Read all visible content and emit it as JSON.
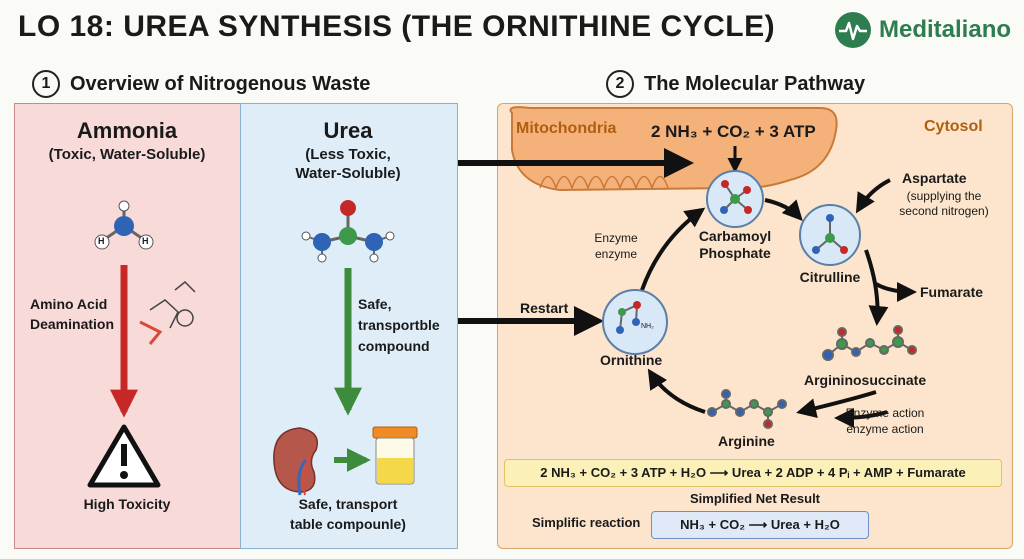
{
  "title": "LO 18: UREA SYNTHESIS (THE ORNITHINE CYCLE)",
  "logo": {
    "text": "Meditaliano",
    "icon": "heartbeat-icon",
    "color": "#2e7d4f"
  },
  "section1": {
    "number": "1",
    "heading": "Overview of Nitrogenous Waste"
  },
  "section2": {
    "number": "2",
    "heading": "The Molecular Pathway"
  },
  "ammonia": {
    "name": "Ammonia",
    "desc": "(Toxic, Water-Soluble)",
    "arrow_label_1": "Amino Acid",
    "arrow_label_2": "Deamination",
    "outcome": "High Toxicity",
    "atom_h": "H"
  },
  "urea": {
    "name": "Urea",
    "desc_1": "(Less Toxic,",
    "desc_2": "Water-Soluble)",
    "arrow_label_1": "Safe,",
    "arrow_label_2": "transportble",
    "arrow_label_3": "compound",
    "outcome_1": "Safe, transport",
    "outcome_2": "table compounle)"
  },
  "pathway": {
    "mito_label": "Mitochondria",
    "cyto_label": "Cytosol",
    "input": "2 NH₃ + CO₂ + 3 ATP",
    "carbamoyl_1": "Carbamoyl",
    "carbamoyl_2": "Phosphate",
    "citrulline": "Citrulline",
    "aspartate": "Aspartate",
    "aspartate_note_1": "(supplying the",
    "aspartate_note_2": "second nitrogen)",
    "fumarate": "Fumarate",
    "argininosuccinate": "Argininosuccinate",
    "arginine": "Arginine",
    "ornithine": "Ornithine",
    "ornithine_nh2": "NH₂",
    "restart": "Restart",
    "enzyme_left_1": "Enzyme",
    "enzyme_left_2": "enzyme",
    "enzyme_right_1": "Enzyme action",
    "enzyme_right_2": "enzyme action",
    "equation_full": "2 NH₃ + CO₂ + 3 ATP + H₂O ⟶ Urea + 2 ADP + 4 Pᵢ + AMP + Fumarate",
    "net_label": "Simplified Net Result",
    "simple_label": "Simplific reaction",
    "equation_simple": "NH₃ + CO₂ ⟶ Urea + H₂O"
  },
  "colors": {
    "ammonia_panel": "#f8dbd9",
    "urea_panel": "#deedf8",
    "pathway_panel": "#fce5cc",
    "mitochondria": "#f4b27a",
    "toxic_arrow": "#c62828",
    "safe_arrow": "#3d8b3d",
    "nitrogen_atom": "#2f63b5",
    "oxygen_atom": "#c62828",
    "carbon_atom": "#3d9a4a"
  }
}
